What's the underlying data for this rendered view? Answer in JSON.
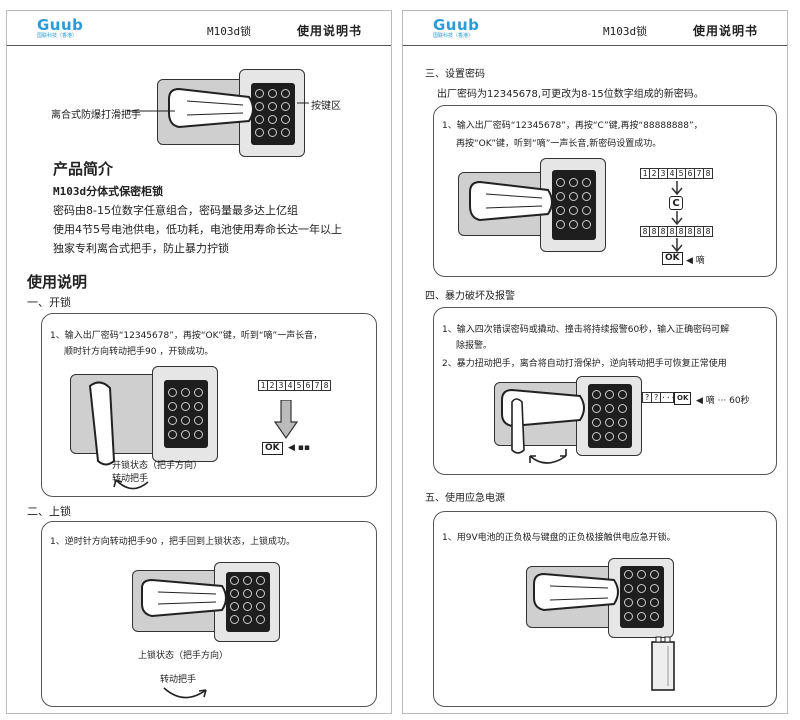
{
  "left": {
    "header": {
      "brand": "Guub",
      "brand_sub": "国联科技（香港）",
      "model": "M103d锁",
      "title": "使用说明书"
    },
    "labels": {
      "handle": "离合式防爆打滑把手",
      "keypad": "按键区"
    },
    "intro": {
      "heading": "产品简介",
      "product": "M103d分体式保密柜锁",
      "lines": [
        "密码由8-15位数字任意组合，密码量最多达上亿组",
        "使用4节5号电池供电，低功耗，电池使用寿命长达一年以上",
        "独家专利离合式把手，防止暴力拧锁"
      ]
    },
    "usage_heading": "使用说明",
    "unlock": {
      "heading": "一、开锁",
      "step_line1": "1、输入出厂密码“12345678”，再按“OK”键，听到“嘀”一声长音，",
      "step_line2": "顺时针方向转动把手90 ，开锁成功。",
      "code": [
        "1",
        "2",
        "3",
        "4",
        "5",
        "6",
        "7",
        "8"
      ],
      "ok": "OK",
      "caption1": "开锁状态（把手方向）",
      "caption2": "转动把手"
    },
    "lock": {
      "heading": "二、上锁",
      "step": "1、逆时针方向转动把手90 ，把手回到上锁状态，上锁成功。",
      "caption1": "上锁状态（把手方向）",
      "caption2": "转动把手"
    }
  },
  "right": {
    "header": {
      "brand": "Guub",
      "brand_sub": "国联科技（香港）",
      "model": "M103d锁",
      "title": "使用说明书"
    },
    "setpw": {
      "heading": "三、设置密码",
      "desc": "出厂密码为12345678,可更改为8-15位数字组成的新密码。",
      "step_line1": "1、输入出厂密码“12345678”，再按“C”键,再按“88888888”，",
      "step_line2": "再按“OK”键，听到“嘀”一声长音,新密码设置成功。",
      "code1": [
        "1",
        "2",
        "3",
        "4",
        "5",
        "6",
        "7",
        "8"
      ],
      "c_key": "C",
      "code2": [
        "8",
        "8",
        "8",
        "8",
        "8",
        "8",
        "8",
        "8"
      ],
      "ok": "OK",
      "beep": "嘀"
    },
    "alarm": {
      "heading": "四、暴力破坏及报警",
      "step1_line1": "1、输入四次错误密码或撬动、撞击将持续报警60秒，输入正确密码可解",
      "step1_line2": "除报警。",
      "step2": "2、暴力扭动把手，离合将自动打滑保护，逆向转动把手可恢复正常使用",
      "code": [
        "?",
        "?",
        "···"
      ],
      "ok": "OK",
      "beep": "嘀 ··· 60秒"
    },
    "power": {
      "heading": "五、使用应急电源",
      "step": "1、用9V电池的正负极与键盘的正负极接触供电应急开锁。"
    }
  }
}
